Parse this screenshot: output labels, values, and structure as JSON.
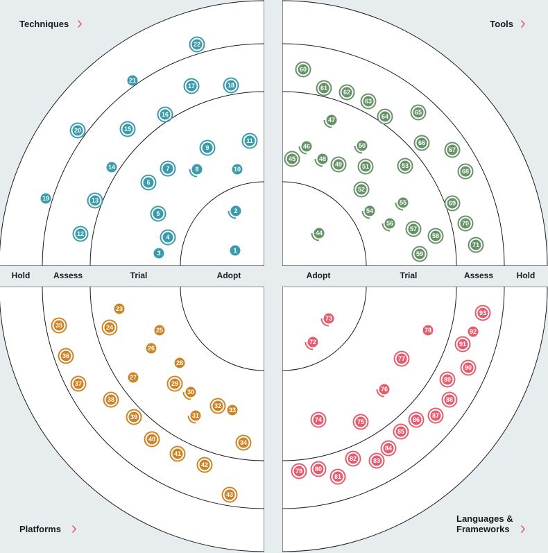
{
  "quadrants": [
    {
      "id": "techniques",
      "title": "Techniques",
      "color": "#3a9bad",
      "title_lines": [
        "Techniques"
      ]
    },
    {
      "id": "tools",
      "title": "Tools",
      "color": "#669268",
      "title_lines": [
        "Tools"
      ]
    },
    {
      "id": "platforms",
      "title": "Platforms",
      "color": "#cd8427",
      "title_lines": [
        "Platforms"
      ]
    },
    {
      "id": "languages",
      "title": "Languages & Frameworks",
      "color": "#e35d6e",
      "title_lines": [
        "Languages &",
        "Frameworks"
      ]
    }
  ],
  "chevron_color": "#e35d6e",
  "rings_left": [
    "Hold",
    "Assess",
    "Trial",
    "Adopt"
  ],
  "rings_right": [
    "Adopt",
    "Trial",
    "Assess",
    "Hold"
  ],
  "blips": [
    {
      "n": "1",
      "q": "techniques",
      "s": "plain"
    },
    {
      "n": "2",
      "q": "techniques",
      "s": "arc"
    },
    {
      "n": "3",
      "q": "techniques",
      "s": "plain"
    },
    {
      "n": "4",
      "q": "techniques",
      "s": "ring"
    },
    {
      "n": "5",
      "q": "techniques",
      "s": "ring"
    },
    {
      "n": "6",
      "q": "techniques",
      "s": "ring"
    },
    {
      "n": "7",
      "q": "techniques",
      "s": "ring"
    },
    {
      "n": "8",
      "q": "techniques",
      "s": "arc"
    },
    {
      "n": "9",
      "q": "techniques",
      "s": "ring"
    },
    {
      "n": "10",
      "q": "techniques",
      "s": "plain"
    },
    {
      "n": "11",
      "q": "techniques",
      "s": "ring"
    },
    {
      "n": "12",
      "q": "techniques",
      "s": "ring"
    },
    {
      "n": "13",
      "q": "techniques",
      "s": "ring"
    },
    {
      "n": "14",
      "q": "techniques",
      "s": "plain"
    },
    {
      "n": "15",
      "q": "techniques",
      "s": "ring"
    },
    {
      "n": "16",
      "q": "techniques",
      "s": "ring"
    },
    {
      "n": "17",
      "q": "techniques",
      "s": "ring"
    },
    {
      "n": "18",
      "q": "techniques",
      "s": "ring"
    },
    {
      "n": "19",
      "q": "techniques",
      "s": "plain"
    },
    {
      "n": "20",
      "q": "techniques",
      "s": "ring"
    },
    {
      "n": "21",
      "q": "techniques",
      "s": "plain"
    },
    {
      "n": "22",
      "q": "techniques",
      "s": "ring"
    },
    {
      "n": "23",
      "q": "platforms",
      "s": "plain"
    },
    {
      "n": "24",
      "q": "platforms",
      "s": "ring"
    },
    {
      "n": "25",
      "q": "platforms",
      "s": "plain"
    },
    {
      "n": "26",
      "q": "platforms",
      "s": "plain"
    },
    {
      "n": "27",
      "q": "platforms",
      "s": "plain"
    },
    {
      "n": "28",
      "q": "platforms",
      "s": "plain"
    },
    {
      "n": "29",
      "q": "platforms",
      "s": "ring"
    },
    {
      "n": "30",
      "q": "platforms",
      "s": "arc"
    },
    {
      "n": "31",
      "q": "platforms",
      "s": "arc"
    },
    {
      "n": "32",
      "q": "platforms",
      "s": "ring"
    },
    {
      "n": "33",
      "q": "platforms",
      "s": "plain"
    },
    {
      "n": "34",
      "q": "platforms",
      "s": "ring"
    },
    {
      "n": "35",
      "q": "platforms",
      "s": "ring"
    },
    {
      "n": "36",
      "q": "platforms",
      "s": "ring"
    },
    {
      "n": "37",
      "q": "platforms",
      "s": "ring"
    },
    {
      "n": "38",
      "q": "platforms",
      "s": "ring"
    },
    {
      "n": "39",
      "q": "platforms",
      "s": "ring"
    },
    {
      "n": "40",
      "q": "platforms",
      "s": "ring"
    },
    {
      "n": "41",
      "q": "platforms",
      "s": "ring"
    },
    {
      "n": "42",
      "q": "platforms",
      "s": "ring"
    },
    {
      "n": "43",
      "q": "platforms",
      "s": "ring"
    },
    {
      "n": "44",
      "q": "tools",
      "s": "arc"
    },
    {
      "n": "45",
      "q": "tools",
      "s": "ring"
    },
    {
      "n": "46",
      "q": "tools",
      "s": "arc"
    },
    {
      "n": "47",
      "q": "tools",
      "s": "arc"
    },
    {
      "n": "48",
      "q": "tools",
      "s": "arc"
    },
    {
      "n": "49",
      "q": "tools",
      "s": "ring"
    },
    {
      "n": "50",
      "q": "tools",
      "s": "arc"
    },
    {
      "n": "51",
      "q": "tools",
      "s": "ring"
    },
    {
      "n": "52",
      "q": "tools",
      "s": "ring"
    },
    {
      "n": "53",
      "q": "tools",
      "s": "ring"
    },
    {
      "n": "54",
      "q": "tools",
      "s": "arc"
    },
    {
      "n": "55",
      "q": "tools",
      "s": "arc"
    },
    {
      "n": "56",
      "q": "tools",
      "s": "arc"
    },
    {
      "n": "57",
      "q": "tools",
      "s": "ring"
    },
    {
      "n": "58",
      "q": "tools",
      "s": "ring"
    },
    {
      "n": "59",
      "q": "tools",
      "s": "ring"
    },
    {
      "n": "60",
      "q": "tools",
      "s": "ring"
    },
    {
      "n": "61",
      "q": "tools",
      "s": "ring"
    },
    {
      "n": "62",
      "q": "tools",
      "s": "ring"
    },
    {
      "n": "63",
      "q": "tools",
      "s": "ring"
    },
    {
      "n": "64",
      "q": "tools",
      "s": "ring"
    },
    {
      "n": "65",
      "q": "tools",
      "s": "ring"
    },
    {
      "n": "66",
      "q": "tools",
      "s": "ring"
    },
    {
      "n": "67",
      "q": "tools",
      "s": "ring"
    },
    {
      "n": "68",
      "q": "tools",
      "s": "ring"
    },
    {
      "n": "69",
      "q": "tools",
      "s": "ring"
    },
    {
      "n": "70",
      "q": "tools",
      "s": "ring"
    },
    {
      "n": "71",
      "q": "tools",
      "s": "ring"
    },
    {
      "n": "72",
      "q": "languages",
      "s": "arc"
    },
    {
      "n": "73",
      "q": "languages",
      "s": "arc"
    },
    {
      "n": "74",
      "q": "languages",
      "s": "ring"
    },
    {
      "n": "75",
      "q": "languages",
      "s": "ring"
    },
    {
      "n": "76",
      "q": "languages",
      "s": "arc"
    },
    {
      "n": "77",
      "q": "languages",
      "s": "ring"
    },
    {
      "n": "78",
      "q": "languages",
      "s": "plain"
    },
    {
      "n": "79",
      "q": "languages",
      "s": "ring"
    },
    {
      "n": "80",
      "q": "languages",
      "s": "ring"
    },
    {
      "n": "81",
      "q": "languages",
      "s": "ring"
    },
    {
      "n": "82",
      "q": "languages",
      "s": "ring"
    },
    {
      "n": "83",
      "q": "languages",
      "s": "ring"
    },
    {
      "n": "84",
      "q": "languages",
      "s": "ring"
    },
    {
      "n": "85",
      "q": "languages",
      "s": "ring"
    },
    {
      "n": "86",
      "q": "languages",
      "s": "ring"
    },
    {
      "n": "87",
      "q": "languages",
      "s": "ring"
    },
    {
      "n": "88",
      "q": "languages",
      "s": "ring"
    },
    {
      "n": "89",
      "q": "languages",
      "s": "ring"
    },
    {
      "n": "90",
      "q": "languages",
      "s": "ring"
    },
    {
      "n": "91",
      "q": "languages",
      "s": "ring"
    },
    {
      "n": "92",
      "q": "languages",
      "s": "plain"
    },
    {
      "n": "93",
      "q": "languages",
      "s": "ring"
    }
  ]
}
